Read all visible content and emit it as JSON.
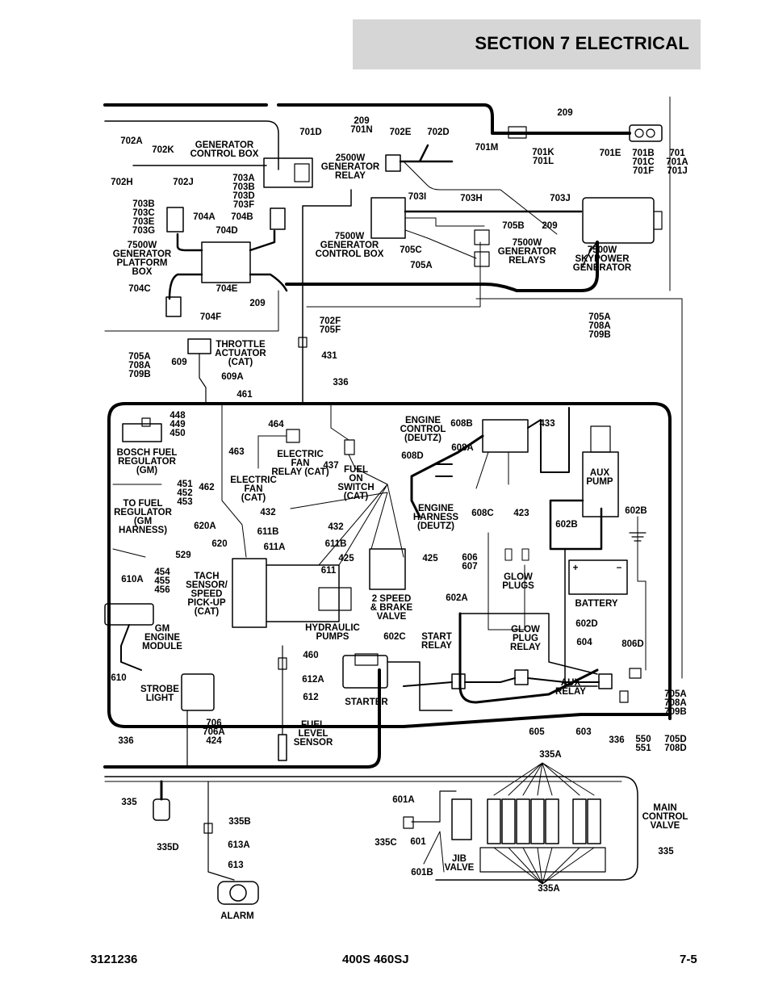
{
  "header": {
    "title": "SECTION 7   ELECTRICAL"
  },
  "footer": {
    "doc_number": "3121236",
    "model": "400S 460SJ",
    "page": "7-5"
  },
  "diagram": {
    "labels": [
      {
        "id": "209a",
        "lines": [
          "209"
        ]
      },
      {
        "id": "209-701n",
        "lines": [
          "209",
          "701N"
        ]
      },
      {
        "id": "701d",
        "lines": [
          "701D"
        ]
      },
      {
        "id": "702e",
        "lines": [
          "702E"
        ]
      },
      {
        "id": "702d",
        "lines": [
          "702D"
        ]
      },
      {
        "id": "702a",
        "lines": [
          "702A"
        ]
      },
      {
        "id": "702k",
        "lines": [
          "702K"
        ]
      },
      {
        "id": "gen-control-box",
        "lines": [
          "GENERATOR",
          "CONTROL BOX"
        ]
      },
      {
        "id": "2500w-relay",
        "lines": [
          "2500W",
          "GENERATOR",
          "RELAY"
        ]
      },
      {
        "id": "701m",
        "lines": [
          "701M"
        ]
      },
      {
        "id": "701k-l",
        "lines": [
          "701K",
          "701L"
        ]
      },
      {
        "id": "701e",
        "lines": [
          "701E"
        ]
      },
      {
        "id": "701b-c-f",
        "lines": [
          "701B",
          "701C",
          "701F"
        ]
      },
      {
        "id": "701-a-j",
        "lines": [
          "701",
          "701A",
          "701J"
        ]
      },
      {
        "id": "702h",
        "lines": [
          "702H"
        ]
      },
      {
        "id": "702j",
        "lines": [
          "702J"
        ]
      },
      {
        "id": "703a-f",
        "lines": [
          "703A",
          "703B",
          "703D",
          "703F"
        ]
      },
      {
        "id": "703i",
        "lines": [
          "703I"
        ]
      },
      {
        "id": "703h",
        "lines": [
          "703H"
        ]
      },
      {
        "id": "703j",
        "lines": [
          "703J"
        ]
      },
      {
        "id": "703b-g",
        "lines": [
          "703B",
          "703C",
          "703E",
          "703G"
        ]
      },
      {
        "id": "704a",
        "lines": [
          "704A"
        ]
      },
      {
        "id": "704b",
        "lines": [
          "704B"
        ]
      },
      {
        "id": "704d",
        "lines": [
          "704D"
        ]
      },
      {
        "id": "7500w-platform",
        "lines": [
          "7500W",
          "GENERATOR",
          "PLATFORM",
          "BOX"
        ]
      },
      {
        "id": "704c",
        "lines": [
          "704C"
        ]
      },
      {
        "id": "704e",
        "lines": [
          "704E"
        ]
      },
      {
        "id": "704f",
        "lines": [
          "704F"
        ]
      },
      {
        "id": "209b",
        "lines": [
          "209"
        ]
      },
      {
        "id": "7500w-control",
        "lines": [
          "7500W",
          "GENERATOR",
          "CONTROL BOX"
        ]
      },
      {
        "id": "705c",
        "lines": [
          "705C"
        ]
      },
      {
        "id": "705a-top",
        "lines": [
          "705A"
        ]
      },
      {
        "id": "705b",
        "lines": [
          "705B"
        ]
      },
      {
        "id": "209c",
        "lines": [
          "209"
        ]
      },
      {
        "id": "7500w-relays",
        "lines": [
          "7500W",
          "GENERATOR",
          "RELAYS"
        ]
      },
      {
        "id": "skypower",
        "lines": [
          "7500W",
          "SKYPOWER",
          "GENERATOR"
        ]
      },
      {
        "id": "705a-708a-709b-r",
        "lines": [
          "705A",
          "708A",
          "709B"
        ]
      },
      {
        "id": "702f-705f",
        "lines": [
          "702F",
          "705F"
        ]
      },
      {
        "id": "431",
        "lines": [
          "431"
        ]
      },
      {
        "id": "705a-708a-709b-l",
        "lines": [
          "705A",
          "708A",
          "709B"
        ]
      },
      {
        "id": "throttle",
        "lines": [
          "THROTTLE",
          "ACTUATOR",
          "(CAT)"
        ]
      },
      {
        "id": "609",
        "lines": [
          "609"
        ]
      },
      {
        "id": "609a",
        "lines": [
          "609A"
        ]
      },
      {
        "id": "461",
        "lines": [
          "461"
        ]
      },
      {
        "id": "336a",
        "lines": [
          "336"
        ]
      },
      {
        "id": "448-450",
        "lines": [
          "448",
          "449",
          "450"
        ]
      },
      {
        "id": "464",
        "lines": [
          "464"
        ]
      },
      {
        "id": "bosch",
        "lines": [
          "BOSCH FUEL",
          "REGULATOR",
          "(GM)"
        ]
      },
      {
        "id": "463",
        "lines": [
          "463"
        ]
      },
      {
        "id": "elec-fan-relay",
        "lines": [
          "ELECTRIC",
          "FAN",
          "RELAY (CAT)"
        ]
      },
      {
        "id": "437",
        "lines": [
          "437"
        ]
      },
      {
        "id": "fuel-on-switch",
        "lines": [
          "FUEL",
          "ON",
          "SWITCH",
          "(CAT)"
        ]
      },
      {
        "id": "engine-control",
        "lines": [
          "ENGINE",
          "CONTROL",
          "(DEUTZ)"
        ]
      },
      {
        "id": "608b",
        "lines": [
          "608B"
        ]
      },
      {
        "id": "433",
        "lines": [
          "433"
        ]
      },
      {
        "id": "608a",
        "lines": [
          "608A"
        ]
      },
      {
        "id": "608d",
        "lines": [
          "608D"
        ]
      },
      {
        "id": "aux-pump",
        "lines": [
          "AUX",
          "PUMP"
        ]
      },
      {
        "id": "451-453",
        "lines": [
          "451",
          "452",
          "453"
        ]
      },
      {
        "id": "462",
        "lines": [
          "462"
        ]
      },
      {
        "id": "elec-fan",
        "lines": [
          "ELECTRIC",
          "FAN",
          "(CAT)"
        ]
      },
      {
        "id": "to-fuel-reg",
        "lines": [
          "TO FUEL",
          "REGULATOR",
          "(GM",
          "HARNESS)"
        ]
      },
      {
        "id": "620a",
        "lines": [
          "620A"
        ]
      },
      {
        "id": "432a",
        "lines": [
          "432"
        ]
      },
      {
        "id": "432b",
        "lines": [
          "432"
        ]
      },
      {
        "id": "611b-a",
        "lines": [
          "611B"
        ]
      },
      {
        "id": "611b-b",
        "lines": [
          "611B"
        ]
      },
      {
        "id": "engine-harness",
        "lines": [
          "ENGINE",
          "HARNESS",
          "(DEUTZ)"
        ]
      },
      {
        "id": "608c",
        "lines": [
          "608C"
        ]
      },
      {
        "id": "423",
        "lines": [
          "423"
        ]
      },
      {
        "id": "602b-a",
        "lines": [
          "602B"
        ]
      },
      {
        "id": "602b-b",
        "lines": [
          "602B"
        ]
      },
      {
        "id": "620",
        "lines": [
          "620"
        ]
      },
      {
        "id": "611a",
        "lines": [
          "611A"
        ]
      },
      {
        "id": "611",
        "lines": [
          "611"
        ]
      },
      {
        "id": "425a",
        "lines": [
          "425"
        ]
      },
      {
        "id": "425b",
        "lines": [
          "425"
        ]
      },
      {
        "id": "529",
        "lines": [
          "529"
        ]
      },
      {
        "id": "606-607",
        "lines": [
          "606",
          "607"
        ]
      },
      {
        "id": "glow-plugs",
        "lines": [
          "GLOW",
          "PLUGS"
        ]
      },
      {
        "id": "454-456",
        "lines": [
          "454",
          "455",
          "456"
        ]
      },
      {
        "id": "610a",
        "lines": [
          "610A"
        ]
      },
      {
        "id": "tach",
        "lines": [
          "TACH",
          "SENSOR/",
          "SPEED",
          "PICK-UP",
          "(CAT)"
        ]
      },
      {
        "id": "2speed",
        "lines": [
          "2 SPEED",
          "& BRAKE",
          "VALVE"
        ]
      },
      {
        "id": "602a",
        "lines": [
          "602A"
        ]
      },
      {
        "id": "battery",
        "lines": [
          "BATTERY"
        ]
      },
      {
        "id": "gm-engine",
        "lines": [
          "GM",
          "ENGINE",
          "MODULE"
        ]
      },
      {
        "id": "hyd-pumps",
        "lines": [
          "HYDRAULIC",
          "PUMPS"
        ]
      },
      {
        "id": "glow-relay",
        "lines": [
          "GLOW",
          "PLUG",
          "RELAY"
        ]
      },
      {
        "id": "602d",
        "lines": [
          "602D"
        ]
      },
      {
        "id": "602c",
        "lines": [
          "602C"
        ]
      },
      {
        "id": "start-relay",
        "lines": [
          "START",
          "RELAY"
        ]
      },
      {
        "id": "604",
        "lines": [
          "604"
        ]
      },
      {
        "id": "806d",
        "lines": [
          "806D"
        ]
      },
      {
        "id": "610",
        "lines": [
          "610"
        ]
      },
      {
        "id": "460",
        "lines": [
          "460"
        ]
      },
      {
        "id": "612a",
        "lines": [
          "612A"
        ]
      },
      {
        "id": "strobe",
        "lines": [
          "STROBE",
          "LIGHT"
        ]
      },
      {
        "id": "612",
        "lines": [
          "612"
        ]
      },
      {
        "id": "starter",
        "lines": [
          "STARTER"
        ]
      },
      {
        "id": "aux-relay",
        "lines": [
          "AUX",
          "RELAY"
        ]
      },
      {
        "id": "705a-708a-709b-b",
        "lines": [
          "705A",
          "708A",
          "709B"
        ]
      },
      {
        "id": "706",
        "lines": [
          "706",
          "706A",
          "424"
        ]
      },
      {
        "id": "fuel-level",
        "lines": [
          "FUEL",
          "LEVEL",
          "SENSOR"
        ]
      },
      {
        "id": "605",
        "lines": [
          "605"
        ]
      },
      {
        "id": "603",
        "lines": [
          "603"
        ]
      },
      {
        "id": "336b",
        "lines": [
          "336"
        ]
      },
      {
        "id": "550-551",
        "lines": [
          "550",
          "551"
        ]
      },
      {
        "id": "705d-708d",
        "lines": [
          "705D",
          "708D"
        ]
      },
      {
        "id": "336c",
        "lines": [
          "336"
        ]
      },
      {
        "id": "335a-top",
        "lines": [
          "335A"
        ]
      },
      {
        "id": "335a",
        "lines": [
          "335"
        ]
      },
      {
        "id": "601a",
        "lines": [
          "601A"
        ]
      },
      {
        "id": "main-control",
        "lines": [
          "MAIN",
          "CONTROL",
          "VALVE"
        ]
      },
      {
        "id": "335b",
        "lines": [
          "335B"
        ]
      },
      {
        "id": "335d",
        "lines": [
          "335D"
        ]
      },
      {
        "id": "335c",
        "lines": [
          "335C"
        ]
      },
      {
        "id": "601",
        "lines": [
          "601"
        ]
      },
      {
        "id": "335r",
        "lines": [
          "335"
        ]
      },
      {
        "id": "613a",
        "lines": [
          "613A"
        ]
      },
      {
        "id": "jib",
        "lines": [
          "JIB",
          "VALVE"
        ]
      },
      {
        "id": "601b",
        "lines": [
          "601B"
        ]
      },
      {
        "id": "613",
        "lines": [
          "613"
        ]
      },
      {
        "id": "335a-bot",
        "lines": [
          "335A"
        ]
      },
      {
        "id": "alarm",
        "lines": [
          "ALARM"
        ]
      },
      {
        "id": "batt-plus",
        "lines": [
          "+"
        ]
      },
      {
        "id": "batt-minus",
        "lines": [
          "−"
        ]
      }
    ]
  }
}
